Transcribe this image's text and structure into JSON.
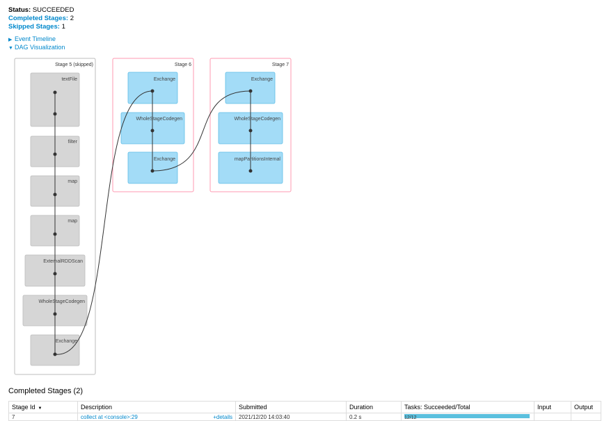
{
  "summary": {
    "status_label": "Status:",
    "status_value": "SUCCEEDED",
    "completed_label": "Completed Stages:",
    "completed_value": "2",
    "skipped_label": "Skipped Stages:",
    "skipped_value": "1"
  },
  "toggles": {
    "event_timeline": "Event Timeline",
    "dag_visualization": "DAG Visualization"
  },
  "dag": {
    "stages": [
      {
        "label": "Stage 5 (skipped)",
        "nodes": [
          "textFile",
          "filter",
          "map",
          "map",
          "ExternalRDDScan",
          "WholeStageCodegen",
          "Exchange"
        ]
      },
      {
        "label": "Stage 6",
        "nodes": [
          "Exchange",
          "WholeStageCodegen",
          "Exchange"
        ]
      },
      {
        "label": "Stage 7",
        "nodes": [
          "Exchange",
          "WholeStageCodegen",
          "mapPartitionsInternal"
        ]
      }
    ]
  },
  "completed_stages": {
    "title": "Completed Stages (2)",
    "columns": [
      "Stage Id",
      "Description",
      "Submitted",
      "Duration",
      "Tasks: Succeeded/Total",
      "Input",
      "Output"
    ],
    "rows": [
      {
        "stage_id": "7",
        "description": "collect at <console>:29",
        "details": "+details",
        "submitted": "2021/12/20 14:03:40",
        "duration": "0.2 s",
        "tasks": "12/12",
        "input": "",
        "output": ""
      }
    ]
  },
  "colors": {
    "link": "#0088cc",
    "skipped_node": "#d6d6d6",
    "active_node": "#a3dcf7",
    "active_stage_border": "#ff9ab0",
    "progress": "#5bc0de"
  }
}
